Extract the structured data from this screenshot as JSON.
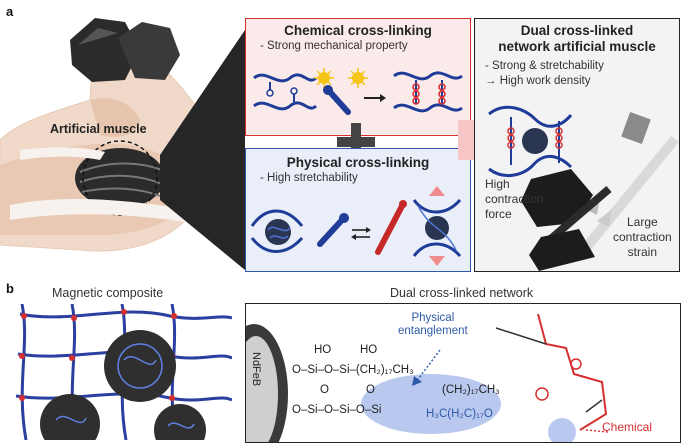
{
  "panel_a": {
    "letter": "a",
    "muscle_label": "Artificial muscle",
    "chemical": {
      "title": "Chemical cross-linking",
      "subtitle": "- Strong mechanical property",
      "border_color": "#d62f2f"
    },
    "plus": "+",
    "physical": {
      "title": "Physical cross-linking",
      "subtitle": "- High stretchability",
      "border_color": "#2f5aa8"
    },
    "dual": {
      "title_line1": "Dual cross-linked",
      "title_line2": "network artificial muscle",
      "bullet1": "- Strong & stretchability",
      "bullet2": "→ High work density",
      "force_line1": "High",
      "force_line2": "contraction",
      "force_line3": "force",
      "strain_line1": "Large",
      "strain_line2": "contraction",
      "strain_line3": "strain"
    }
  },
  "panel_b": {
    "letter": "b",
    "composite_title": "Magnetic composite",
    "network_title": "Dual cross-linked network",
    "particle_label": "NdFeB",
    "physical_label_line1": "Physical",
    "physical_label_line2": "entanglement",
    "chemical_label": "Chemical",
    "chem_labels": {
      "ho1": "HO",
      "ho2": "HO",
      "o_si_row": "O–Si–O–Si–(CH₂)₁₇CH₃",
      "o1": "O",
      "o2": "O",
      "si_row2": "O–Si–O–Si–O–Si",
      "ch2_chain": "(CH₂)₁₇CH₃",
      "h3c_chain": "H₃C(H₂C)₁₇O"
    }
  },
  "colors": {
    "accent_red": "#d62f2f",
    "accent_blue": "#2f5aa8",
    "network_blue": "#2a3fa0"
  }
}
